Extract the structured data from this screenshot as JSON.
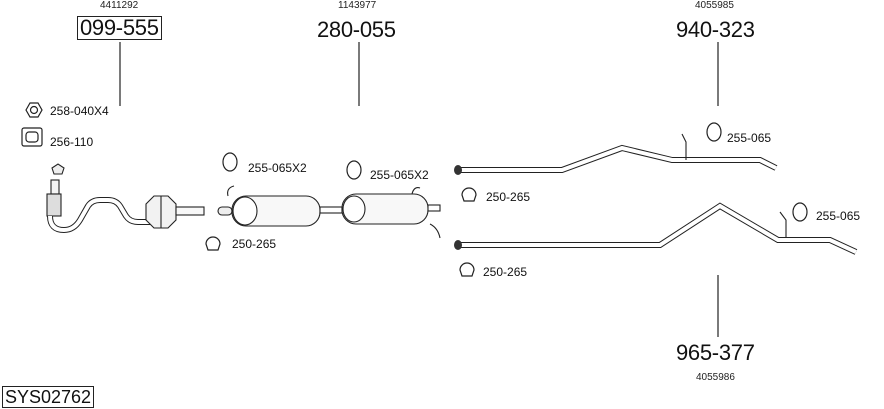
{
  "system_code": "SYS02762",
  "parts": [
    {
      "oem": "4411292",
      "part_number": "099-555",
      "boxed": true
    },
    {
      "oem": "1143977",
      "part_number": "280-055",
      "boxed": false
    },
    {
      "oem": "4055985",
      "part_number": "940-323",
      "boxed": false
    },
    {
      "oem": "4055986",
      "part_number": "965-377",
      "boxed": false
    }
  ],
  "accessories": [
    {
      "label": "258-040X4",
      "icon": "nut-icon"
    },
    {
      "label": "256-110",
      "icon": "gasket-icon"
    },
    {
      "label": "255-065X2",
      "icon": "rubber-mount-icon"
    },
    {
      "label": "255-065X2",
      "icon": "rubber-mount-icon"
    },
    {
      "label": "250-265",
      "icon": "clamp-icon"
    },
    {
      "label": "255-065",
      "icon": "rubber-mount-icon"
    },
    {
      "label": "250-265",
      "icon": "clamp-icon"
    },
    {
      "label": "255-065",
      "icon": "rubber-mount-icon"
    },
    {
      "label": "250-265",
      "icon": "clamp-icon"
    }
  ]
}
